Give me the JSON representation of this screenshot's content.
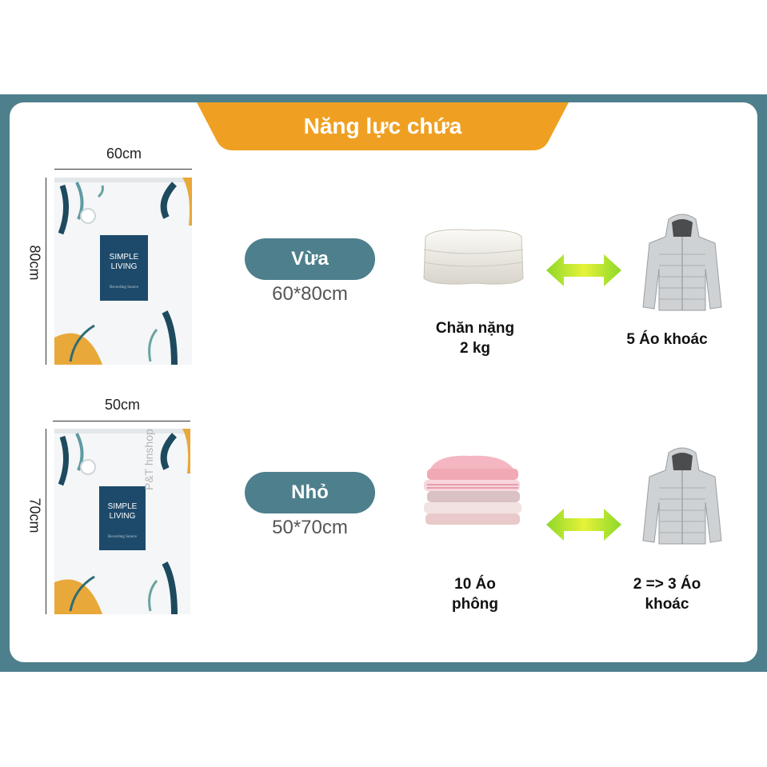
{
  "banner": {
    "title": "Năng lực chứa"
  },
  "colors": {
    "frame": "#4e7f8c",
    "banner": "#efa022",
    "arrow": "#9fe02a"
  },
  "rows": [
    {
      "width_label": "60cm",
      "height_label": "80cm",
      "size_name": "Vừa",
      "size_dims": "60*80cm",
      "item_a_caption": "Chăn nặng\n2 kg",
      "item_b_caption": "5 Áo khoác"
    },
    {
      "width_label": "50cm",
      "height_label": "70cm",
      "size_name": "Nhỏ",
      "size_dims": "50*70cm",
      "item_a_caption": "10 Áo\nphông",
      "item_b_caption": "2 => 3 Áo\nkhoác"
    }
  ],
  "bag": {
    "brand_line1": "SIMPLE",
    "brand_line2": "LIVING",
    "script": "Recording Source"
  },
  "watermark": "P&T hnshop",
  "icons": [
    "vacuum-bag-image",
    "folded-blanket-image",
    "folded-shirts-image",
    "puffer-jacket-image",
    "double-arrow-icon"
  ]
}
